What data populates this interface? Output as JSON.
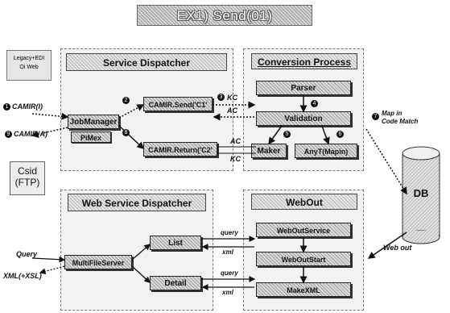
{
  "title": "EX1) Send(01)",
  "left_box": {
    "line1": "Legacy+EDI",
    "line2": "Oi Web"
  },
  "csid": {
    "line1": "Csid",
    "line2": "(FTP)"
  },
  "service_dispatcher": {
    "header": "Service Dispatcher",
    "job_manager": "JobManager",
    "pimex": "PiMex",
    "camir_send": "CAMIR.Send('C1'",
    "camir_return": "CAMIR.Return('C2'"
  },
  "conversion_process": {
    "header": "Conversion Process",
    "parser": "Parser",
    "validation": "Validation",
    "maker": "Maker",
    "anyt": "AnyT(Mapin)"
  },
  "web_service_dispatcher": {
    "header": "Web Service Dispatcher",
    "multifile_server": "MultiFileServer",
    "list": "List",
    "detail": "Detail"
  },
  "webout": {
    "header": "WebOut",
    "service": "WebOutService",
    "start": "WebOutStart",
    "make_xml": "MakeXML"
  },
  "db": "DB",
  "labels": {
    "camir_in": "CAMIR(I)",
    "camir_out": "CAMIR(A)",
    "kc1": "KC",
    "ac1": "AC",
    "ac2": "AC",
    "kc2": "KC",
    "map_in": "Map in\nCode Match",
    "web_out": "Web out",
    "query_in": "Query",
    "xml_xsl": "XML(+XSL)",
    "query1": "query",
    "xml1": "xml",
    "query2": "query",
    "xml2": "xml"
  },
  "step_numbers": {
    "s1": "1",
    "s2": "2",
    "s3": "3",
    "s4": "4",
    "s5": "5",
    "s6": "6",
    "s7": "7",
    "s8": "8",
    "s9": "9"
  }
}
